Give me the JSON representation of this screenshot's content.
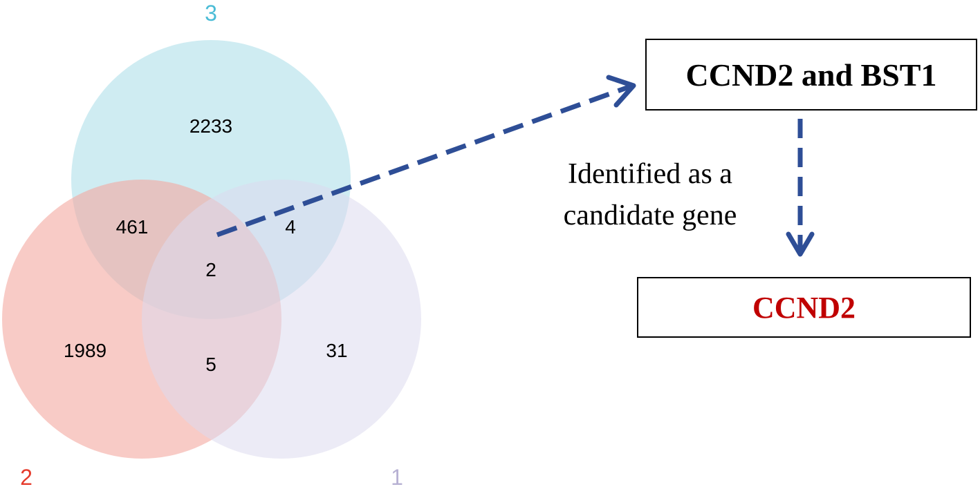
{
  "venn": {
    "sets": [
      {
        "label": "3",
        "color": "#4bbcd6",
        "fill": "#bfe6ee"
      },
      {
        "label": "2",
        "color": "#e53b2c",
        "fill": "#f4a9a0"
      },
      {
        "label": "1",
        "color": "#b7b1d3",
        "fill": "#dcdaee"
      }
    ],
    "regions": {
      "only_3": "2233",
      "only_2": "1989",
      "only_1": "31",
      "set_2_3": "461",
      "set_1_3": "4",
      "set_1_2": "5",
      "set_1_2_3": "2"
    }
  },
  "flow": {
    "arrow_color": "#2e4e96",
    "top_box": "CCND2 and BST1",
    "label_line1": "Identified as a",
    "label_line2": "candidate gene",
    "bottom_box": "CCND2",
    "bottom_box_color": "#c00000"
  }
}
